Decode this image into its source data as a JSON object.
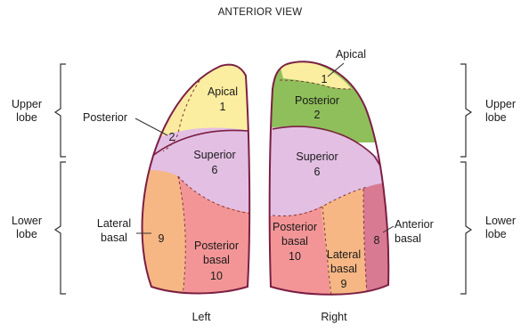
{
  "title": "ANTERIOR VIEW",
  "colors": {
    "apical": "#fbeea0",
    "posterior": "#8fbf5a",
    "superior": "#e3bfe4",
    "lateral_basal": "#f6b784",
    "posterior_basal": "#f39596",
    "anterior_basal": "#d87a92",
    "outline": "#7b1f43",
    "divider": "#7a3b3b"
  },
  "left_side": {
    "upper_lobe": [
      "Upper",
      "lobe"
    ],
    "lower_lobe": [
      "Lower",
      "lobe"
    ]
  },
  "right_side": {
    "upper_lobe": [
      "Upper",
      "lobe"
    ],
    "lower_lobe": [
      "Lower",
      "lobe"
    ]
  },
  "left_lung": {
    "caption": "Left",
    "apical": {
      "name": "Apical",
      "number": "1"
    },
    "posterior": {
      "name": "Posterior",
      "number": "2"
    },
    "superior": {
      "name": "Superior",
      "number": "6"
    },
    "lateral_basal": {
      "name": [
        "Lateral",
        "basal"
      ],
      "number": "9"
    },
    "posterior_basal": {
      "name": [
        "Posterior",
        "basal"
      ],
      "number": "10"
    }
  },
  "right_lung": {
    "caption": "Right",
    "apical": {
      "name": "Apical",
      "number": "1"
    },
    "posterior": {
      "name": "Posterior",
      "number": "2"
    },
    "superior": {
      "name": "Superior",
      "number": "6"
    },
    "posterior_basal": {
      "name": [
        "Posterior",
        "basal"
      ],
      "number": "10"
    },
    "lateral_basal": {
      "name": [
        "Lateral",
        "basal"
      ],
      "number": "9"
    },
    "anterior_basal": {
      "name": [
        "Anterior",
        "basal"
      ],
      "number": "8"
    }
  }
}
